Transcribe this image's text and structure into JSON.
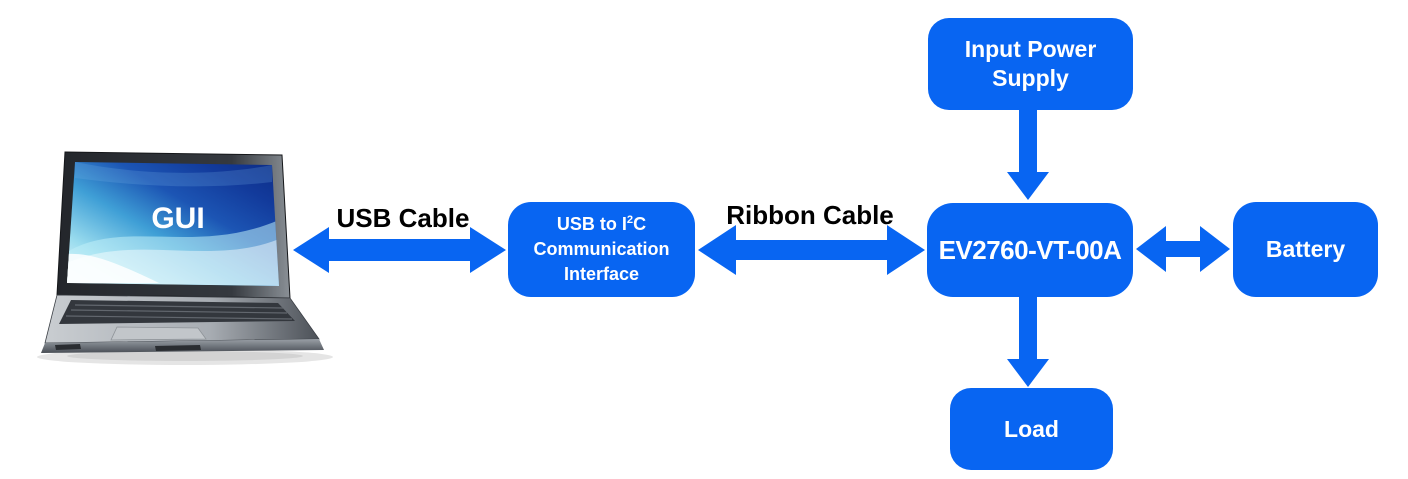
{
  "colors": {
    "accent_blue": "#0865f2",
    "box_text": "#ffffff",
    "cable_label_text": "#000000"
  },
  "laptop": {
    "screen_label": "GUI"
  },
  "labels": {
    "usb_cable": "USB Cable",
    "ribbon_cable": "Ribbon Cable"
  },
  "boxes": {
    "usb_i2c": {
      "line1_prefix": "USB to I",
      "line1_sup": "2",
      "line1_suffix": "C",
      "line2": "Communication",
      "line3": "Interface"
    },
    "ev_board": {
      "label": "EV2760-VT-00A"
    },
    "input_power": {
      "label": "Input Power Supply"
    },
    "battery": {
      "label": "Battery"
    },
    "load": {
      "label": "Load"
    }
  },
  "connections": [
    {
      "from": "GUI (laptop)",
      "to": "USB to I2C Communication Interface",
      "label": "USB Cable",
      "direction": "bidirectional"
    },
    {
      "from": "USB to I2C Communication Interface",
      "to": "EV2760-VT-00A",
      "label": "Ribbon Cable",
      "direction": "bidirectional"
    },
    {
      "from": "Input Power Supply",
      "to": "EV2760-VT-00A",
      "label": "",
      "direction": "down"
    },
    {
      "from": "EV2760-VT-00A",
      "to": "Battery",
      "label": "",
      "direction": "bidirectional"
    },
    {
      "from": "EV2760-VT-00A",
      "to": "Load",
      "label": "",
      "direction": "down"
    }
  ]
}
